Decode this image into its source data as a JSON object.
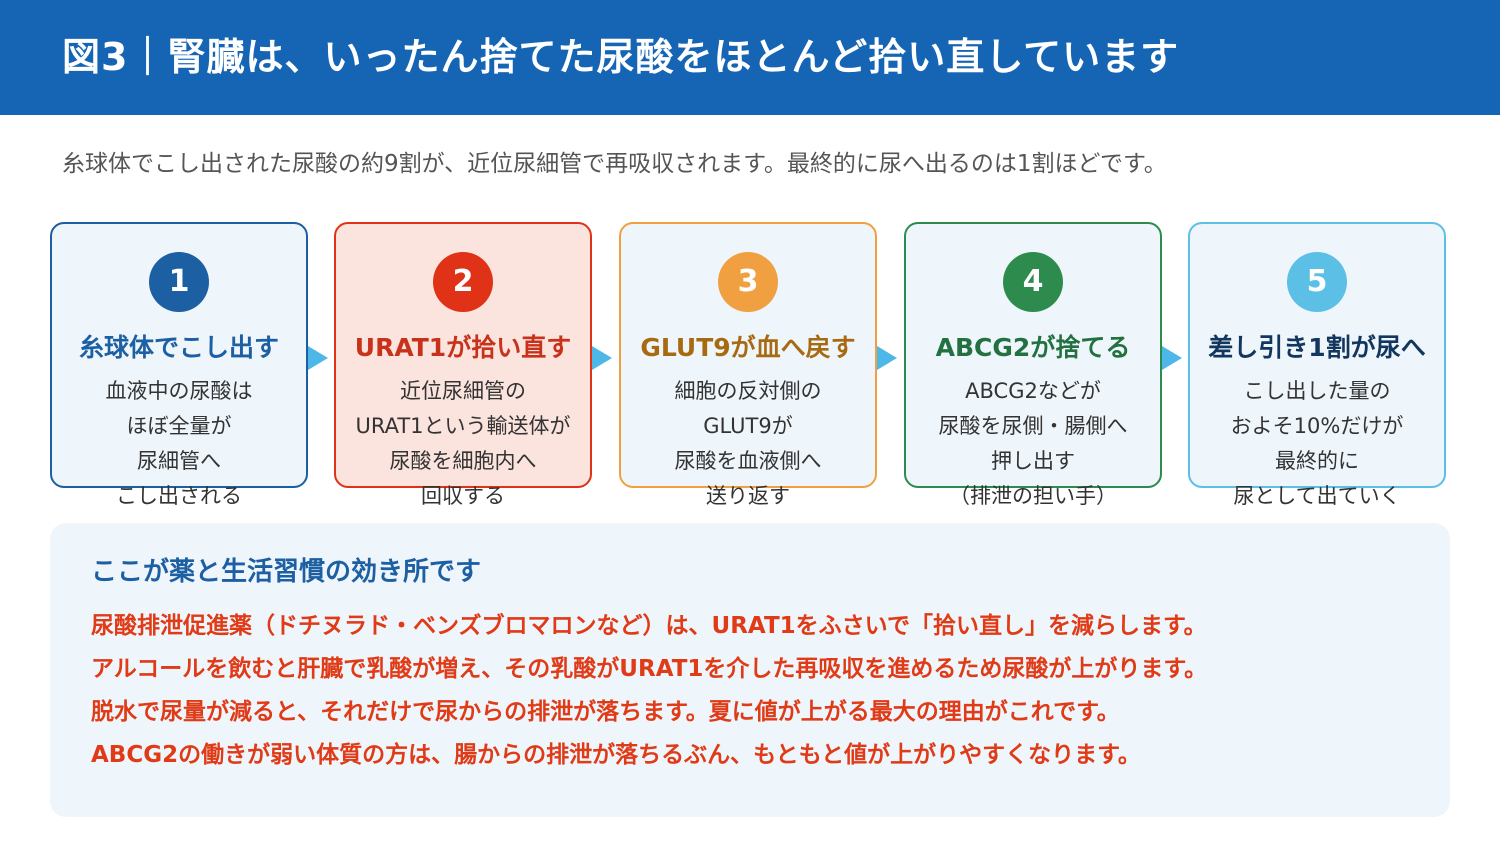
{
  "header": {
    "title": "図3｜腎臓は、いったん捨てた尿酸をほとんど拾い直しています"
  },
  "subtitle": "糸球体でこし出された尿酸の約9割が、近位尿細管で再吸収されます。最終的に尿へ出るのは1割ほどです。",
  "steps": [
    {
      "number": "1",
      "title": "糸球体でこし出す",
      "lines": [
        "血液中の尿酸は",
        "ほぼ全量が",
        "尿細管へ",
        "こし出される"
      ],
      "color": "#1d5fa3",
      "fill": "#eef5fb",
      "title_color": "#1d5fa3"
    },
    {
      "number": "2",
      "title": "URAT1が拾い直す",
      "lines": [
        "近位尿細管の",
        "URAT1という輸送体が",
        "尿酸を細胞内へ",
        "回収する"
      ],
      "color": "#e03216",
      "fill": "#fbe3de",
      "title_color": "#c8321a"
    },
    {
      "number": "3",
      "title": "GLUT9が血へ戻す",
      "lines": [
        "細胞の反対側の",
        "GLUT9が",
        "尿酸を血液側へ",
        "送り返す"
      ],
      "color": "#f0a040",
      "fill": "#eef5fb",
      "title_color": "#a86a10"
    },
    {
      "number": "4",
      "title": "ABCG2が捨てる",
      "lines": [
        "ABCG2などが",
        "尿酸を尿側・腸側へ",
        "押し出す",
        "（排泄の担い手）"
      ],
      "color": "#2e8b4e",
      "fill": "#eef5fb",
      "title_color": "#237040"
    },
    {
      "number": "5",
      "title": "差し引き1割が尿へ",
      "lines": [
        "こし出した量の",
        "およそ10%だけが",
        "最終的に",
        "尿として出ていく"
      ],
      "color": "#5bbfe6",
      "fill": "#eef5fb",
      "title_color": "#12365e"
    }
  ],
  "panel": {
    "title": "ここが薬と生活習慣の効き所です",
    "lines": [
      "尿酸排泄促進薬（ドチヌラド・ベンズブロマロンなど）は、URAT1をふさいで「拾い直し」を減らします。",
      "アルコールを飲むと肝臓で乳酸が増え、その乳酸がURAT1を介した再吸収を進めるため尿酸が上がります。",
      "脱水で尿量が減ると、それだけで尿からの排泄が落ちます。夏に値が上がる最大の理由がこれです。",
      "ABCG2の働きが弱い体質の方は、腸からの排泄が落ちるぶん、もともと値が上がりやすくなります。"
    ]
  },
  "colors": {
    "header_bg": "#1565b4",
    "arrow": "#4db8e8",
    "panel_text": "#e03a16",
    "panel_title": "#1d5fa3"
  }
}
